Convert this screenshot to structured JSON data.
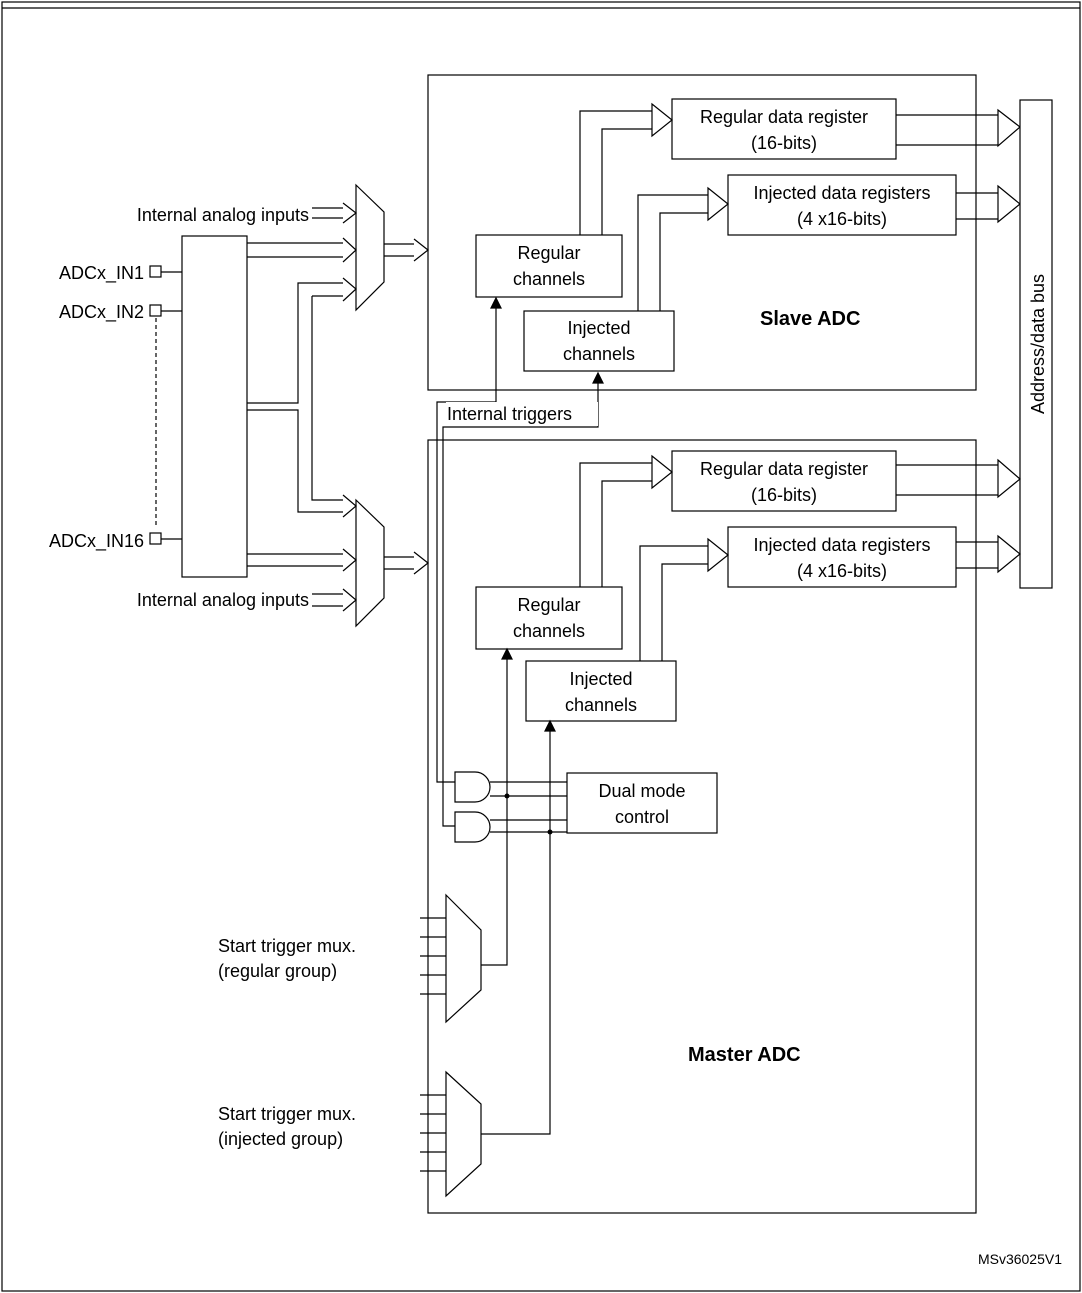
{
  "figure": {
    "title": "",
    "reference": "MSv36025V1"
  },
  "blocks": {
    "slave_adc": "Slave ADC",
    "master_adc": "Master ADC",
    "address_bus": "Address/data bus",
    "dual_mode_line1": "Dual mode",
    "dual_mode_line2": "control",
    "internal_triggers": "Internal triggers"
  },
  "slave": {
    "regular_register_line1": "Regular data register",
    "regular_register_line2": "(16-bits)",
    "injected_register_line1": "Injected data registers",
    "injected_register_line2": "(4 x16-bits)",
    "regular_channels_line1": "Regular",
    "regular_channels_line2": "channels",
    "injected_channels_line1": "Injected",
    "injected_channels_line2": "channels"
  },
  "master": {
    "regular_register_line1": "Regular data register",
    "regular_register_line2": "(16-bits)",
    "injected_register_line1": "Injected data registers",
    "injected_register_line2": "(4 x16-bits)",
    "regular_channels_line1": "Regular",
    "regular_channels_line2": "channels",
    "injected_channels_line1": "Injected",
    "injected_channels_line2": "channels"
  },
  "inputs": {
    "internal_analog_top": "Internal analog inputs",
    "internal_analog_bottom": "Internal analog inputs",
    "pin1": "ADCx_IN1",
    "pin2": "ADCx_IN2",
    "pin16": "ADCx_IN16"
  },
  "triggers": {
    "regular_line1": "Start trigger mux.",
    "regular_line2": "(regular group)",
    "injected_line1": "Start trigger mux.",
    "injected_line2": "(injected group)"
  }
}
